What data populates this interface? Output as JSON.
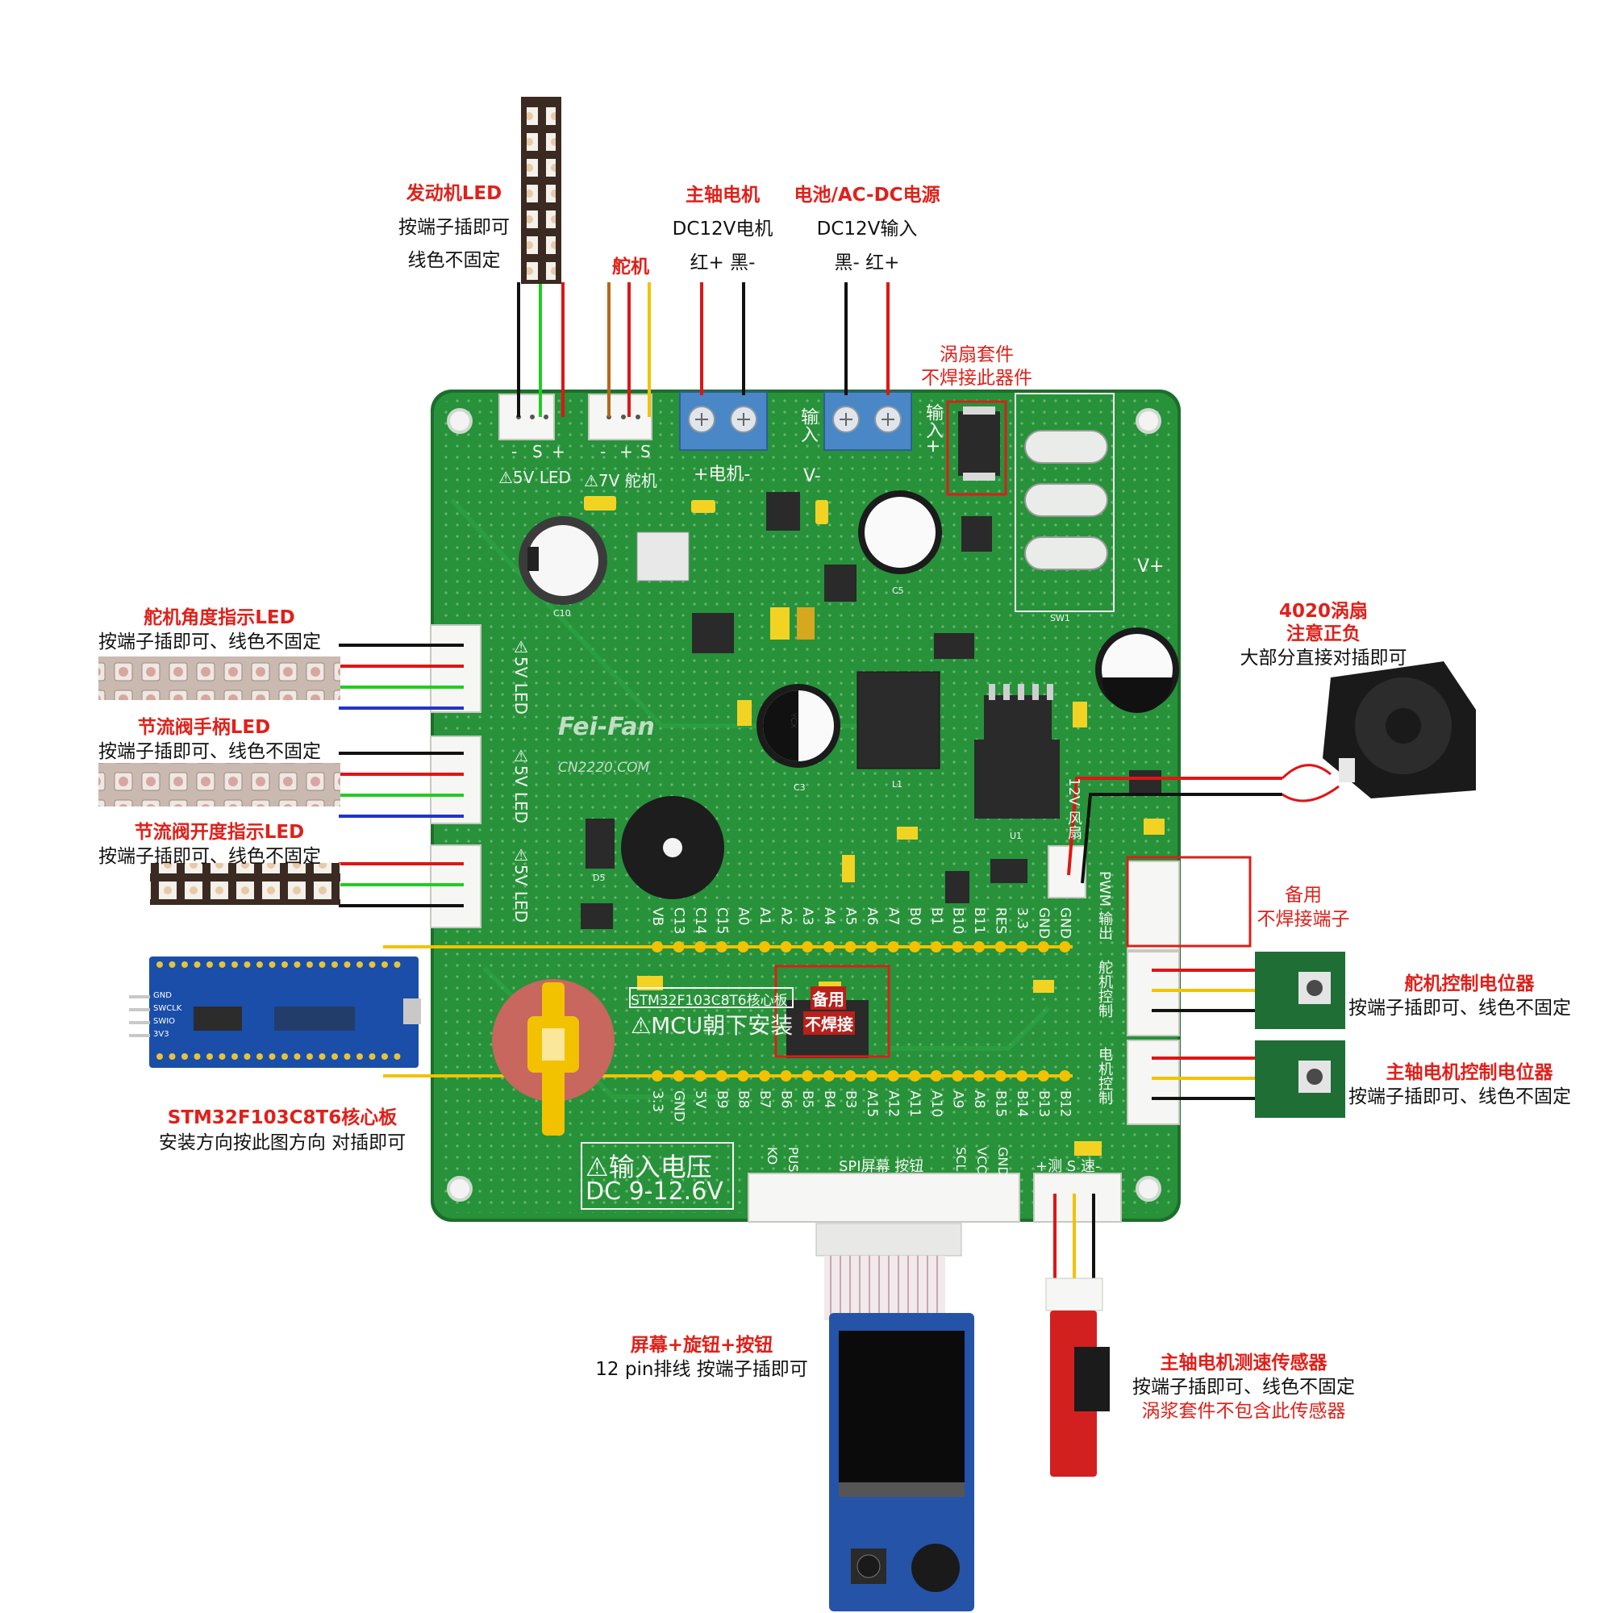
{
  "colors": {
    "board": "#27923a",
    "board_edge": "#1d6e2c",
    "silkscreen": "#f4f7f2",
    "annotation_red": "#e0201a",
    "wire_red": "#e01515",
    "wire_black": "#111111",
    "wire_green": "#22cc22",
    "wire_blue": "#2233cc",
    "wire_yellow": "#f2c200",
    "wire_brown": "#b8661a",
    "bluepill": "#1a4ea8",
    "sensor_red": "#d22020",
    "fan_black": "#1a1a1a"
  },
  "labels": {
    "engine_led_title": "发动机LED",
    "engine_led_l1": "按端子插即可",
    "engine_led_l2": "线色不固定",
    "servo_title": "舵机",
    "spindle_title": "主轴电机",
    "spindle_l1": "DC12V电机",
    "spindle_l2": "红+ 黑-",
    "power_title": "电池/AC-DC电源",
    "power_l1": "DC12V输入",
    "power_l2": "黑- 红+",
    "fan_kit_l1": "涡扇套件",
    "fan_kit_l2": "不焊接此器件",
    "fan4020_l1": "4020涡扇",
    "fan4020_l2": "注意正负",
    "fan4020_l3": "大部分直接对插即可",
    "servo_angle_title": "舵机角度指示LED",
    "servo_angle_sub": "按端子插即可、线色不固定",
    "throttle_handle_title": "节流阀手柄LED",
    "throttle_handle_sub": "按端子插即可、线色不固定",
    "throttle_open_title": "节流阀开度指示LED",
    "throttle_open_sub": "按端子插即可、线色不固定",
    "spare_l1": "备用",
    "spare_l2": "不焊接端子",
    "servo_pot_title": "舵机控制电位器",
    "servo_pot_sub": "按端子插即可、线色不固定",
    "spindle_pot_title": "主轴电机控制电位器",
    "spindle_pot_sub": "按端子插即可、线色不固定",
    "stm32_title": "STM32F103C8T6核心板",
    "stm32_sub": "安装方向按此图方向 对插即可",
    "screen_title": "屏幕+旋钮+按钮",
    "screen_sub": "12 pin排线 按端子插即可",
    "speed_sensor_title": "主轴电机测速传感器",
    "speed_sensor_sub1": "按端子插即可、线色不固定",
    "speed_sensor_sub2": "涡浆套件不包含此传感器"
  },
  "silk": {
    "led5v": "⚠5V LED",
    "servo7v": "⚠7V 舵机",
    "motor": "+电机-",
    "vminus": "V-",
    "vplus": "V+",
    "input_left": "输入",
    "input_right": "输入+",
    "pin_s": "S",
    "pin_plus": "+",
    "pin_minus": "-",
    "side_5v_led": "⚠5V LED",
    "brand": "Fei-Fan",
    "url": "CN2220.COM",
    "core_board": "STM32F103C8T6核心板",
    "mcu_down": "⚠MCU朝下安装",
    "spare_chip_l1": "备用",
    "spare_chip_l2": "不焊接",
    "input_voltage_l1": "⚠输入电压",
    "input_voltage_l2": "DC 9-12.6V",
    "fan12v": "12V 风扇",
    "pwm_out": "PWM 输出",
    "servo_ctrl": "舵机控制",
    "motor_ctrl": "电机控制",
    "spi_screen": "SPI屏幕 按钮",
    "speed_conn": "+测 S 速-",
    "ko": "KO",
    "pus": "PUS",
    "scl": "SCL",
    "vcc": "VCC",
    "gnd": "GND",
    "sw1": "SW1",
    "c10": "C10",
    "c5": "C5",
    "c3": "C3",
    "u1": "U1",
    "l1": "L1",
    "d5": "D5",
    "ycx": "YCX"
  },
  "top_pins": [
    "VB",
    "C13",
    "C14",
    "C15",
    "A0",
    "A1",
    "A2",
    "A3",
    "A4",
    "A5",
    "A6",
    "A7",
    "B0",
    "B1",
    "B10",
    "B11",
    "RES",
    "3.3",
    "GND",
    "GND"
  ],
  "bottom_pins": [
    "3.3",
    "GND",
    "5V",
    "B9",
    "B8",
    "B7",
    "B6",
    "B5",
    "B4",
    "B3",
    "A15",
    "A12",
    "A11",
    "A10",
    "A9",
    "A8",
    "B15",
    "B14",
    "B13",
    "B12"
  ],
  "bluepill_pins": [
    "GND",
    "SWCLK",
    "SWIO",
    "3V3"
  ]
}
